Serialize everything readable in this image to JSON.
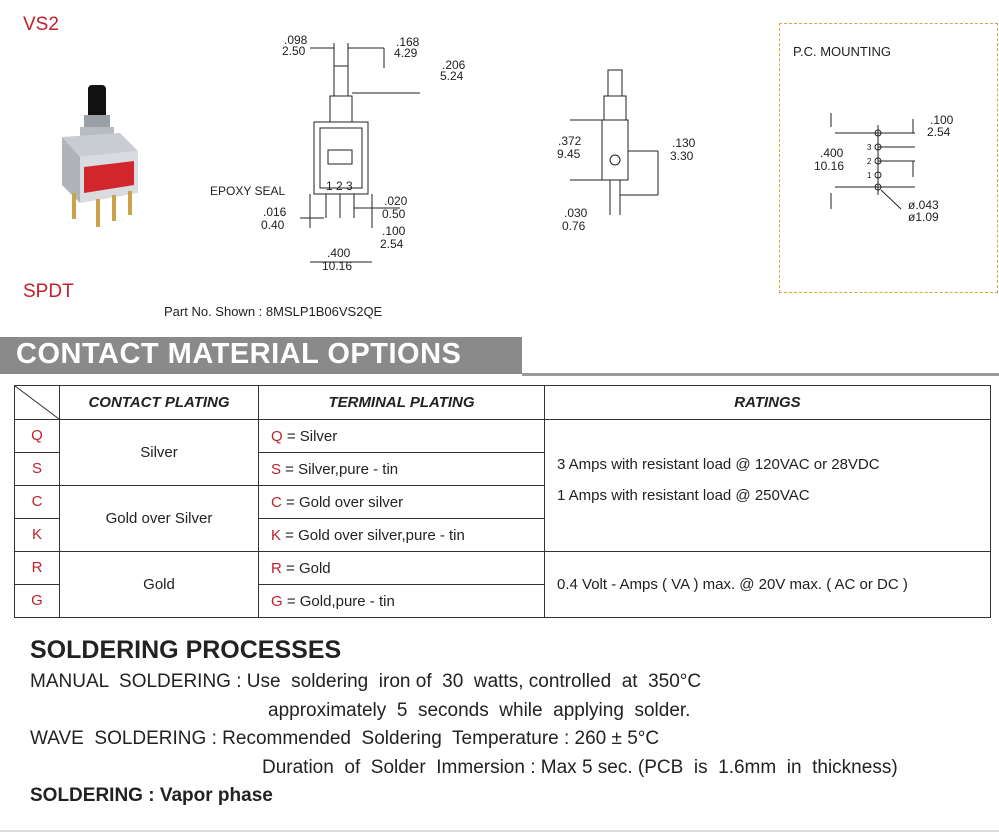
{
  "header": {
    "model": "VS2",
    "pole_type": "SPDT",
    "part_no": "Part No. Shown : 8MSLP1B06VS2QE"
  },
  "drawing": {
    "dims": {
      "d098": ".098",
      "d098mm": "2.50",
      "d168": ".168",
      "d168mm": "4.29",
      "d206": ".206",
      "d206mm": "5.24",
      "epoxy": "EPOXY SEAL",
      "d016": ".016",
      "d016mm": "0.40",
      "d020": ".020",
      "d020mm": "0.50",
      "d100a": ".100",
      "d100amm": "2.54",
      "d400a": ".400",
      "d400amm": "10.16",
      "pin1": "1",
      "pin2": "2",
      "pin3": "3",
      "d372": ".372",
      "d372mm": "9.45",
      "d130": ".130",
      "d130mm": "3.30",
      "d030": ".030",
      "d030mm": "0.76"
    },
    "pc_mounting": {
      "title": "P.C. MOUNTING",
      "d100": ".100",
      "d100mm": "2.54",
      "d400": ".400",
      "d400mm": "10.16",
      "hole": "ø.043",
      "hole_mm": "ø1.09",
      "p3": "3",
      "p2": "2",
      "p1": "1"
    }
  },
  "contact_section": {
    "title": "CONTACT  MATERIAL  OPTIONS",
    "columns": [
      "CONTACT PLATING",
      "TERMINAL  PLATING",
      "RATINGS"
    ],
    "rows": [
      {
        "code": "Q",
        "term_code": "Q",
        "term_text": " = Silver"
      },
      {
        "code": "S",
        "term_code": "S",
        "term_text": " = Silver,pure - tin"
      },
      {
        "code": "C",
        "term_code": "C",
        "term_text": " = Gold over silver"
      },
      {
        "code": "K",
        "term_code": "K",
        "term_text": " = Gold over silver,pure - tin"
      },
      {
        "code": "R",
        "term_code": "R",
        "term_text": " = Gold"
      },
      {
        "code": "G",
        "term_code": "G",
        "term_text": " = Gold,pure - tin"
      }
    ],
    "platings": [
      "Silver",
      "Gold over Silver",
      "Gold"
    ],
    "ratings": {
      "line1": "3 Amps with resistant load @ 120VAC or 28VDC",
      "line2": "1 Amps with resistant load @ 250VAC",
      "line3": "0.4 Volt - Amps ( VA ) max. @ 20V max. ( AC or DC )"
    }
  },
  "soldering": {
    "title": "SOLDERING PROCESSES",
    "manual_label": "MANUAL  SOLDERING : ",
    "manual_1": "Use  soldering  iron of  30  watts, controlled  at  350°C",
    "manual_2": "approximately  5  seconds  while  applying  solder.",
    "wave_label": "WAVE  SOLDERING : ",
    "wave_1": "Recommended  Soldering  Temperature : 260 ± 5°C",
    "wave_2": "Duration  of  Solder  Immersion : Max 5 sec. (PCB  is  1.6mm  in  thickness)",
    "vapor_label": "SOLDERING : ",
    "vapor_value": "Vapor phase"
  }
}
